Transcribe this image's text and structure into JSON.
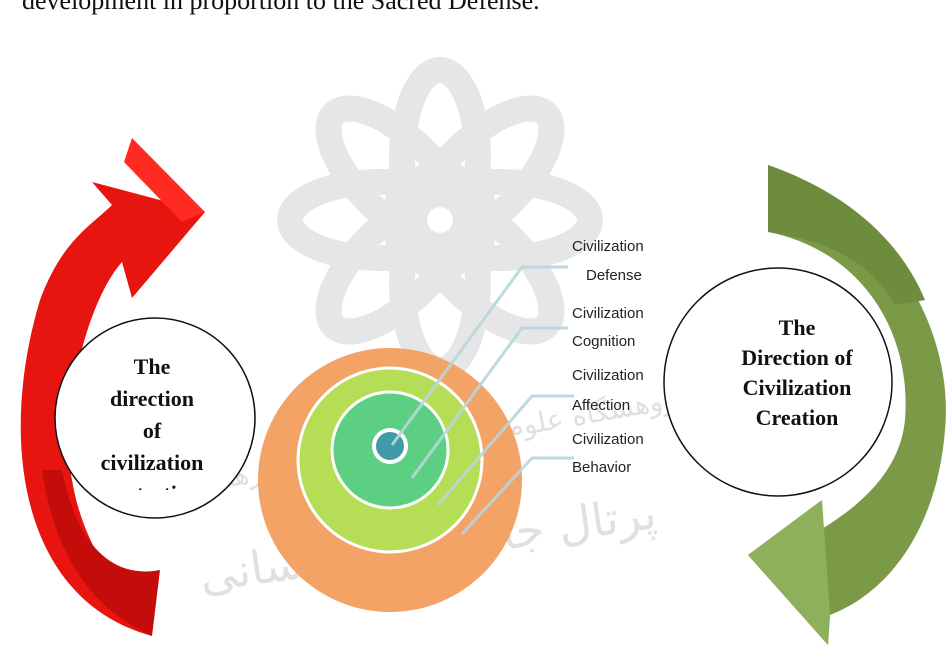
{
  "intro_text": "development in proportion to the Sacred Defense.",
  "watermark": {
    "line1": "پژوهشگاه علوم انسانی و مطالعات فرهنگی",
    "line2": "پرتال جامع علوم انسانی"
  },
  "left_circle": {
    "line1": "The",
    "line2": "direction",
    "line3": "of",
    "line4": "civilization",
    "line5": "protection"
  },
  "right_circle": {
    "line1": "The",
    "line2": "Direction of",
    "line3": "Civilization",
    "line4": "Creation"
  },
  "layers": [
    {
      "line1": "Civilization",
      "line2": "Defense"
    },
    {
      "line1": "Civilization",
      "line2": "Cognition"
    },
    {
      "line1": "Civilization",
      "line2": "Affection"
    },
    {
      "line1": "Civilization",
      "line2": "Behavior"
    }
  ],
  "colors": {
    "left_arrow": "#e8140f",
    "left_arrow_dark": "#b30b08",
    "right_arrow": "#7a9a48",
    "right_arrow_dark": "#5f7d34",
    "outer_ring": "#f4a367",
    "ring_2": "#b5dd55",
    "ring_3": "#5ccf82",
    "core": "#3f9ba8",
    "connector": "#b8d7de",
    "watermark": "#c8c8c8"
  }
}
